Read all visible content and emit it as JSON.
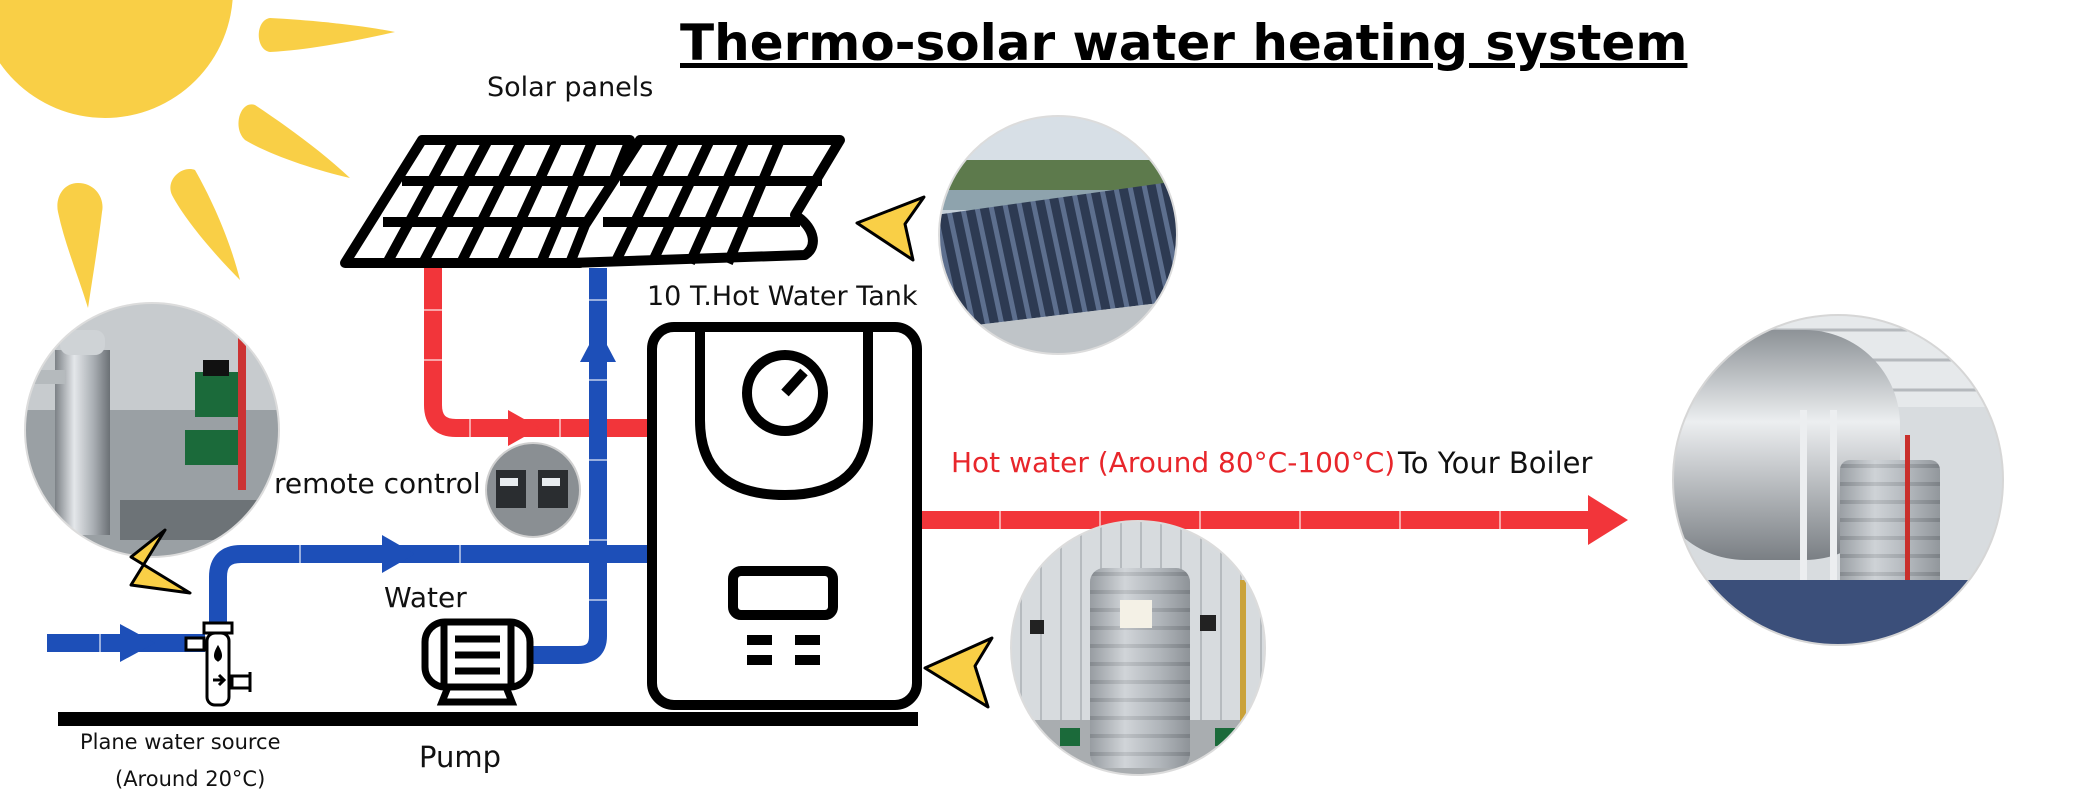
{
  "title": "Thermo-solar water heating system",
  "labels": {
    "solar_panels": "Solar panels",
    "tank": "10 T.Hot Water Tank",
    "remote_control": "remote control",
    "water": "Water",
    "plane_water_source": "Plane water source",
    "source_temp": "(Around 20°C)",
    "pump": "Pump",
    "hot_water": "Hot water (Around 80°C-100°C)",
    "to_boiler": "To Your Boiler"
  },
  "colors": {
    "hot_pipe": "#f2353a",
    "cold_pipe": "#1d4fb8",
    "sun": "#f9cf46",
    "outline": "#000000",
    "hot_text": "#e8262b"
  },
  "icons": [
    "sun-icon",
    "solar-panel-icon",
    "water-tank-icon",
    "pump-motor-icon",
    "water-filter-icon",
    "pointer-arrow-icon"
  ]
}
